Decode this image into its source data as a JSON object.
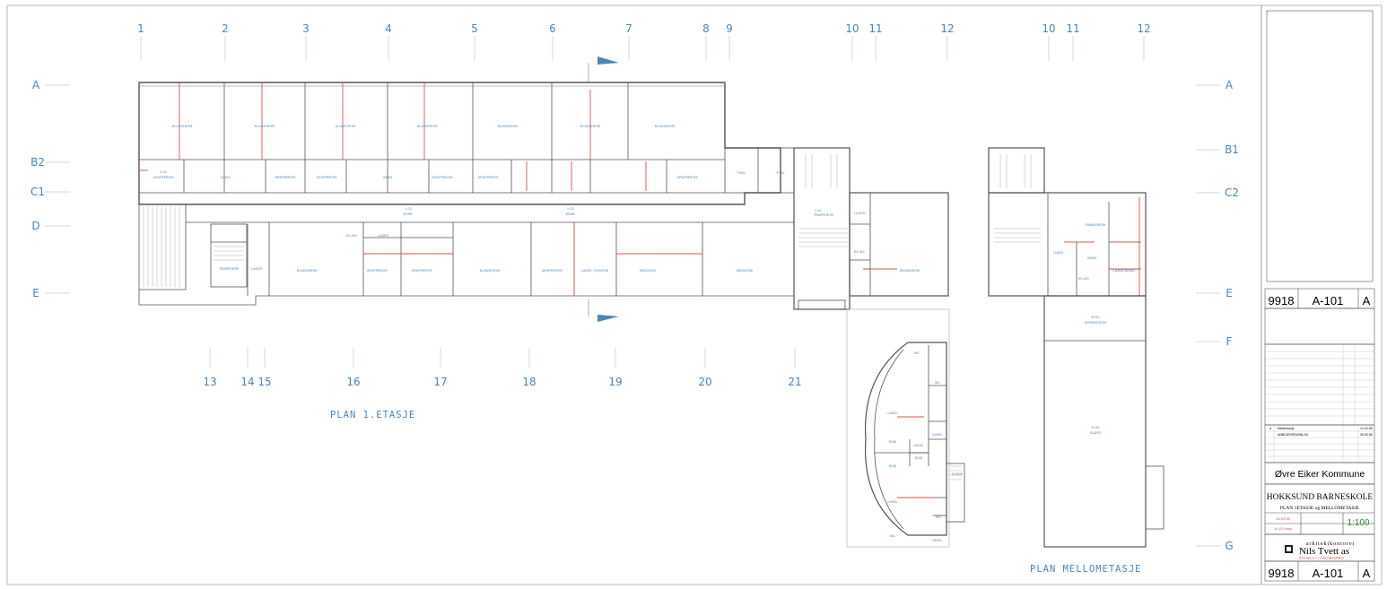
{
  "grid": {
    "top_numbers": [
      "1",
      "2",
      "3",
      "4",
      "5",
      "6",
      "7",
      "8",
      "9",
      "10",
      "11",
      "12",
      "10",
      "11",
      "12"
    ],
    "bottom_numbers": [
      "13",
      "14",
      "15",
      "16",
      "17",
      "18",
      "19",
      "20",
      "21"
    ],
    "left_letters": [
      "A",
      "B2",
      "C1",
      "D",
      "E"
    ],
    "right_letters": [
      "A",
      "B1",
      "C2",
      "E",
      "F",
      "G"
    ]
  },
  "plans": {
    "ground_title": "PLAN 1.ETASJE",
    "mezzanine_title": "PLAN MELLOMETASJE"
  },
  "rooms": {
    "classroom": "KLASSEROM",
    "group_room": "GRUPPEROM",
    "corridor": "KORR.",
    "corridor_no": "1-02",
    "stair": "TRAPPEROM",
    "stair_no": "1-01",
    "storage": "LAGER",
    "toilet": "TOAL",
    "hallway": "GANG",
    "office": "LAGER / KONTOR",
    "meeting": "MEDIATEK",
    "assembly": "MUSIKKROM",
    "practice": "ØVINGSROM",
    "kitchen": "KJØKKENNISJE",
    "hc_wc": "HC-WC",
    "wc": "WC",
    "shower": "DUSJ",
    "wardrobe": "GARD.",
    "cleaning": "RENH.",
    "stage": "SCENE",
    "stage_no": "M-05",
    "apparat": "APPARATROM",
    "apparat_no": "M-02",
    "sloyd": "SLØYD",
    "gang_label": "GANG",
    "grupperom_no": "1-01"
  },
  "title_block": {
    "project_no": "9918",
    "drawing_no": "A-101",
    "revision": "A",
    "client": "Øvre Eiker Kommune",
    "project_name": "HOKKSUND BARNESKOLE",
    "drawing_title": "PLAN 1ETASJE og MELLOMETASJE",
    "scale": "1:100",
    "date": "08.03.98",
    "file": "A-101.dwg",
    "firm_prefix": "arkitektkontoret",
    "firm_name": "Nils Tvett as",
    "firm_address": "RÅVNEGT. 3 , 3044 DRAMMEN",
    "revision_rows": [
      {
        "rev": "A",
        "text": "Mellomtasje",
        "date": "12.04.98"
      },
      {
        "rev": "",
        "text": "ANBUDSGRUNNLAG",
        "date": "08.03.98"
      }
    ]
  },
  "colors": {
    "line": "#555555",
    "accent": "#4a86b8",
    "red": "#d9534f",
    "green": "#2a8a2a"
  }
}
